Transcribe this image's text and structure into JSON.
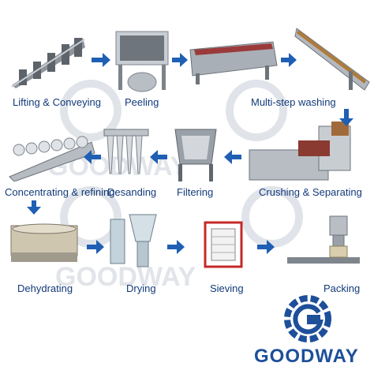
{
  "steps": [
    {
      "label": "Lifting & Conveying",
      "icon": "conveyor-icon"
    },
    {
      "label": "Peeling",
      "icon": "peeling-machine-icon"
    },
    {
      "label": "Multi-step washing",
      "icon": "washing-tank-icon"
    },
    {
      "label": "Crushing & Separating",
      "icon": "crusher-icon"
    },
    {
      "label": "Filtering",
      "icon": "filter-sieve-icon"
    },
    {
      "label": "Desanding",
      "icon": "cyclone-icon"
    },
    {
      "label": "Concentrating & refining",
      "icon": "hydrocyclone-icon"
    },
    {
      "label": "Dehydrating",
      "icon": "vacuum-drum-icon"
    },
    {
      "label": "Drying",
      "icon": "flash-dryer-icon"
    },
    {
      "label": "Sieving",
      "icon": "square-sifter-icon"
    },
    {
      "label": "Packing",
      "icon": "packing-machine-icon"
    }
  ],
  "brand": {
    "name": "GOODWAY",
    "watermark": "GOODWAY",
    "accent": "#1d4f9a",
    "arrow_color": "#1f5fb4"
  }
}
